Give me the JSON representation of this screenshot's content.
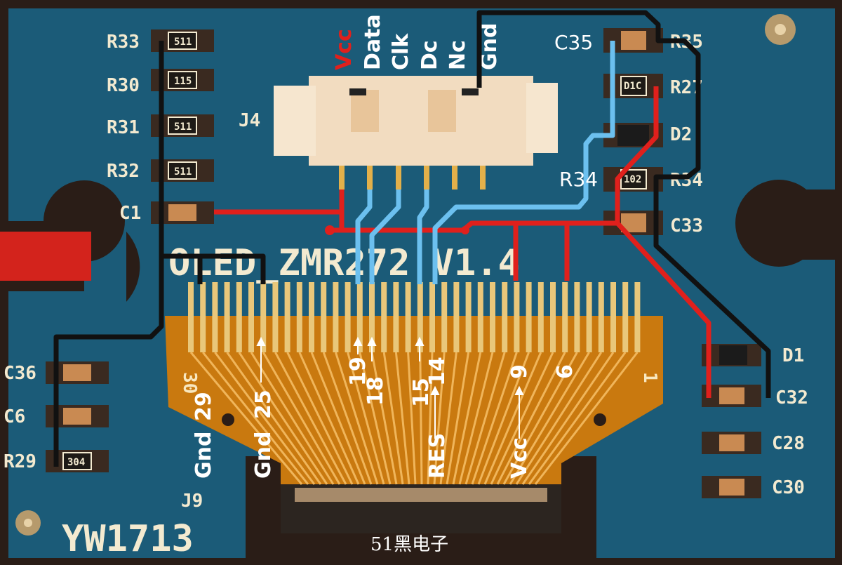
{
  "colors": {
    "pcb": "#1b5b78",
    "wire_vcc": "#e0201c",
    "wire_signal": "#6cc0ef",
    "wire_gnd": "#111111",
    "flex": "#c9790f",
    "connector": "#f2dcc0"
  },
  "connector": {
    "ref": "J4",
    "pins": [
      {
        "label": "Vcc",
        "color": "#e0201c"
      },
      {
        "label": "Data",
        "color": "#ffffff"
      },
      {
        "label": "Clk",
        "color": "#ffffff"
      },
      {
        "label": "Dc",
        "color": "#ffffff"
      },
      {
        "label": "Nc",
        "color": "#ffffff"
      },
      {
        "label": "Gnd",
        "color": "#ffffff"
      }
    ]
  },
  "silkscreen": {
    "left": [
      "R33",
      "R30",
      "R31",
      "R32",
      "C1"
    ],
    "left_markings": [
      "511",
      "115",
      "511",
      "511"
    ],
    "right": [
      "R35",
      "R27",
      "D2",
      "R34",
      "C33"
    ],
    "right_markings": [
      "D1C",
      "102"
    ],
    "bottom_left": [
      "C36",
      "C6",
      "R29"
    ],
    "bottom_left_marking": "304",
    "bottom_right": [
      "D1",
      "C32",
      "C28",
      "C30"
    ],
    "board_name": "OLED_ZMR272 V1.4",
    "j9": "J9",
    "model": "YW1713",
    "fpc_pin_first": "30",
    "fpc_pin_last": "1"
  },
  "annotations": {
    "c35": "C35",
    "r34": "R34",
    "pins": [
      {
        "num": "29",
        "name": "Gnd"
      },
      {
        "num": "25",
        "name": "Gnd"
      },
      {
        "num": "19",
        "name": ""
      },
      {
        "num": "18",
        "name": ""
      },
      {
        "num": "15",
        "name": ""
      },
      {
        "num": "14",
        "name": "RES"
      },
      {
        "num": "9",
        "name": "Vcc"
      },
      {
        "num": "6",
        "name": ""
      }
    ]
  },
  "watermark": "51黑电子"
}
